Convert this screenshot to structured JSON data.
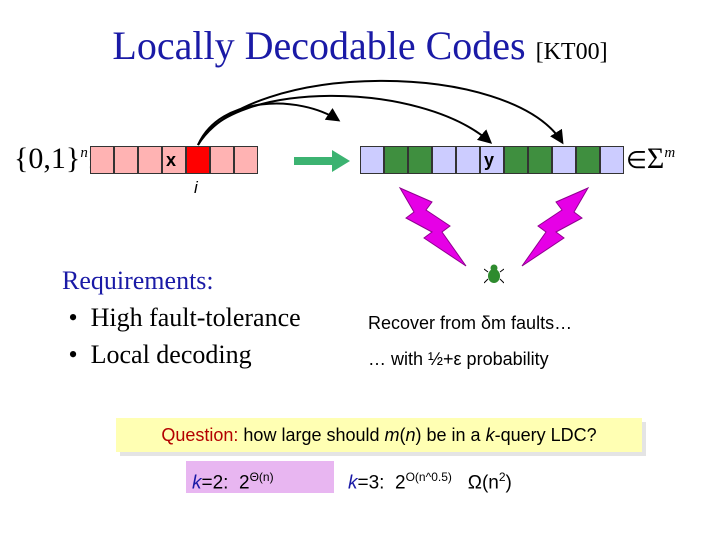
{
  "title": {
    "main": "Locally Decodable Codes",
    "citation": "[KT00]"
  },
  "encoding": {
    "domain": {
      "set": "{0,1}",
      "exponent": "n",
      "relation": "∋"
    },
    "message_label": "x",
    "index_label": "i",
    "codeword_label": "y",
    "codomain": {
      "relation": "∈",
      "set": "Σ",
      "exponent": "m"
    },
    "colors": {
      "message_cell": "#ffb3b3",
      "index_cell": "#ff0000",
      "codeword_cell": "#ccccff",
      "corrupted_cell": "#3f8f3f",
      "arrow": "#3cb371",
      "lightning": "#e600e6"
    }
  },
  "requirements": {
    "heading": "Requirements:",
    "items": [
      "High fault-tolerance",
      "Local decoding"
    ],
    "right_items": [
      "Recover from δm faults…",
      "… with ½+ε probability"
    ]
  },
  "question": {
    "prefix": "Question:",
    "text_a": " how large should ",
    "m": "m",
    "text_b": "(",
    "n": "n",
    "text_c": ") be in a ",
    "k": "k",
    "text_d": "-query LDC?"
  },
  "bounds": {
    "k2": {
      "k": "k",
      "eq": "=2:",
      "base": "2",
      "exp": "Θ(n)"
    },
    "k3": {
      "k": "k",
      "eq": "=3:",
      "base": "2",
      "exp": "O(n^0.5)",
      "omega": "Ω(n",
      "omega_exp": "2",
      "omega_close": ")"
    }
  }
}
